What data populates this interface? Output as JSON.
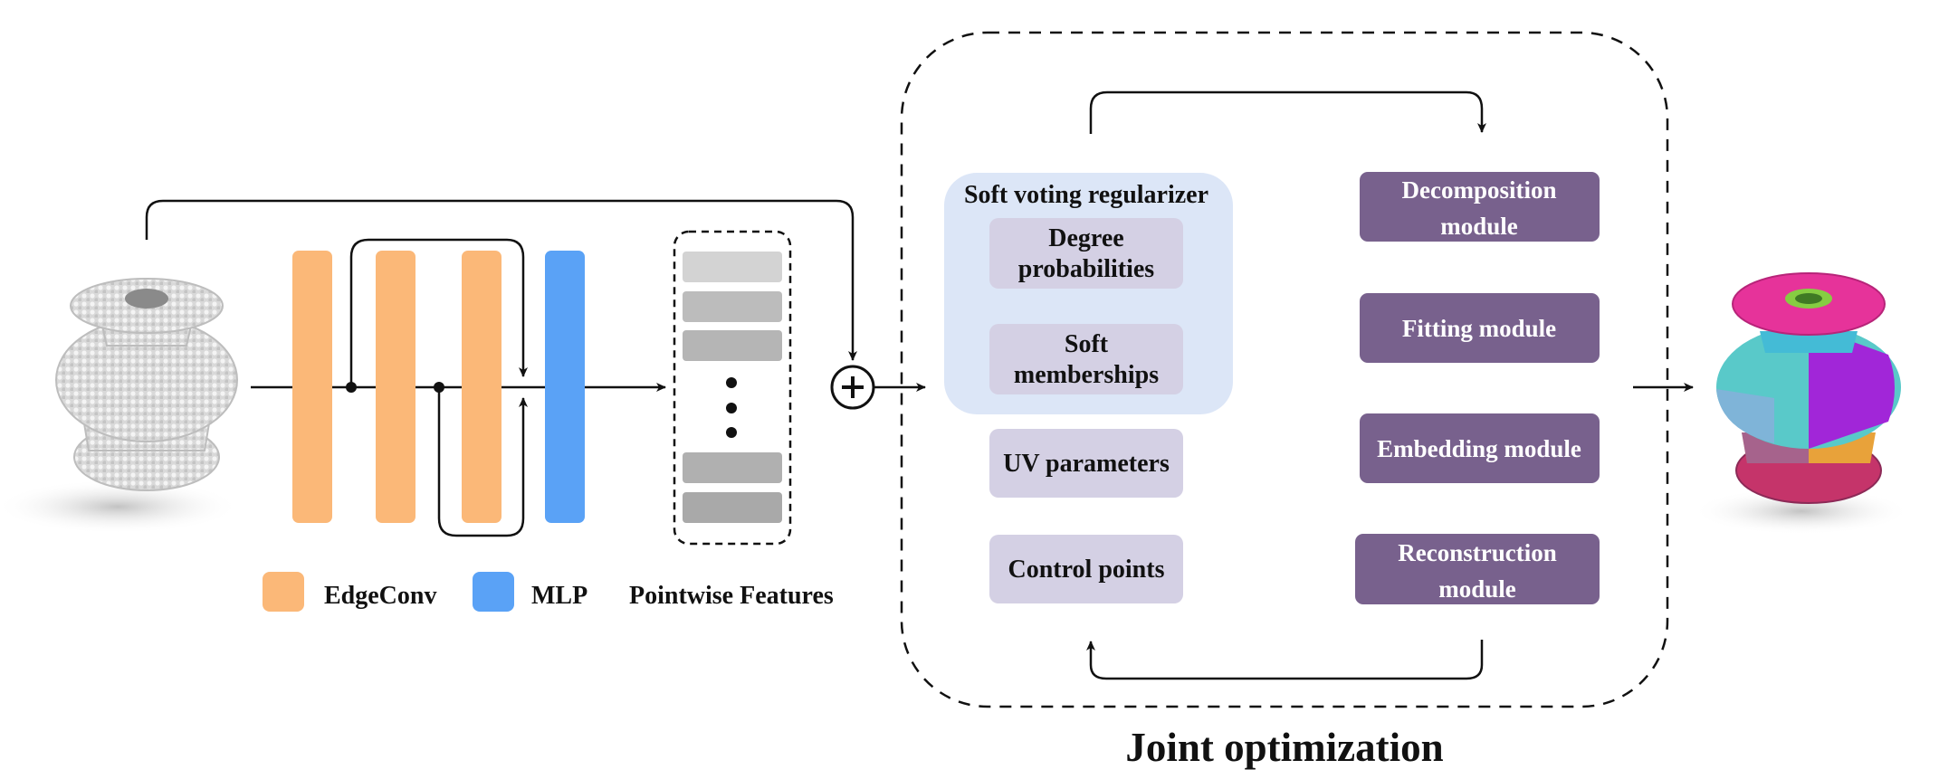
{
  "colors": {
    "edgeconv": "#FBB878",
    "mlp": "#5AA2F6",
    "feature_light": "#D3D3D3",
    "feature_dark": "#A9A9A9",
    "soft_voting_bg": "#DCE6F7",
    "parameter_box": "#D4D0E4",
    "module_box": "#78618D",
    "line": "#111111"
  },
  "icons": {
    "input_model": "grey-point-cloud-vase-icon",
    "output_model": "colored-segmented-point-cloud-vase-icon",
    "fusion": "circled-plus-icon"
  },
  "legend": {
    "edgeconv": "EdgeConv",
    "mlp": "MLP",
    "pointwise": "Pointwise Features"
  },
  "soft_voting": {
    "title": "Soft voting regularizer",
    "degree": [
      "Degree",
      "probabilities"
    ],
    "soft": [
      "Soft",
      "memberships"
    ]
  },
  "parameters": {
    "uv": "UV parameters",
    "control": "Control points"
  },
  "modules": {
    "decomposition": [
      "Decomposition",
      "module"
    ],
    "fitting": "Fitting module",
    "embedding": "Embedding module",
    "reconstruction": [
      "Reconstruction",
      "module"
    ]
  },
  "joint_title": "Joint optimization"
}
